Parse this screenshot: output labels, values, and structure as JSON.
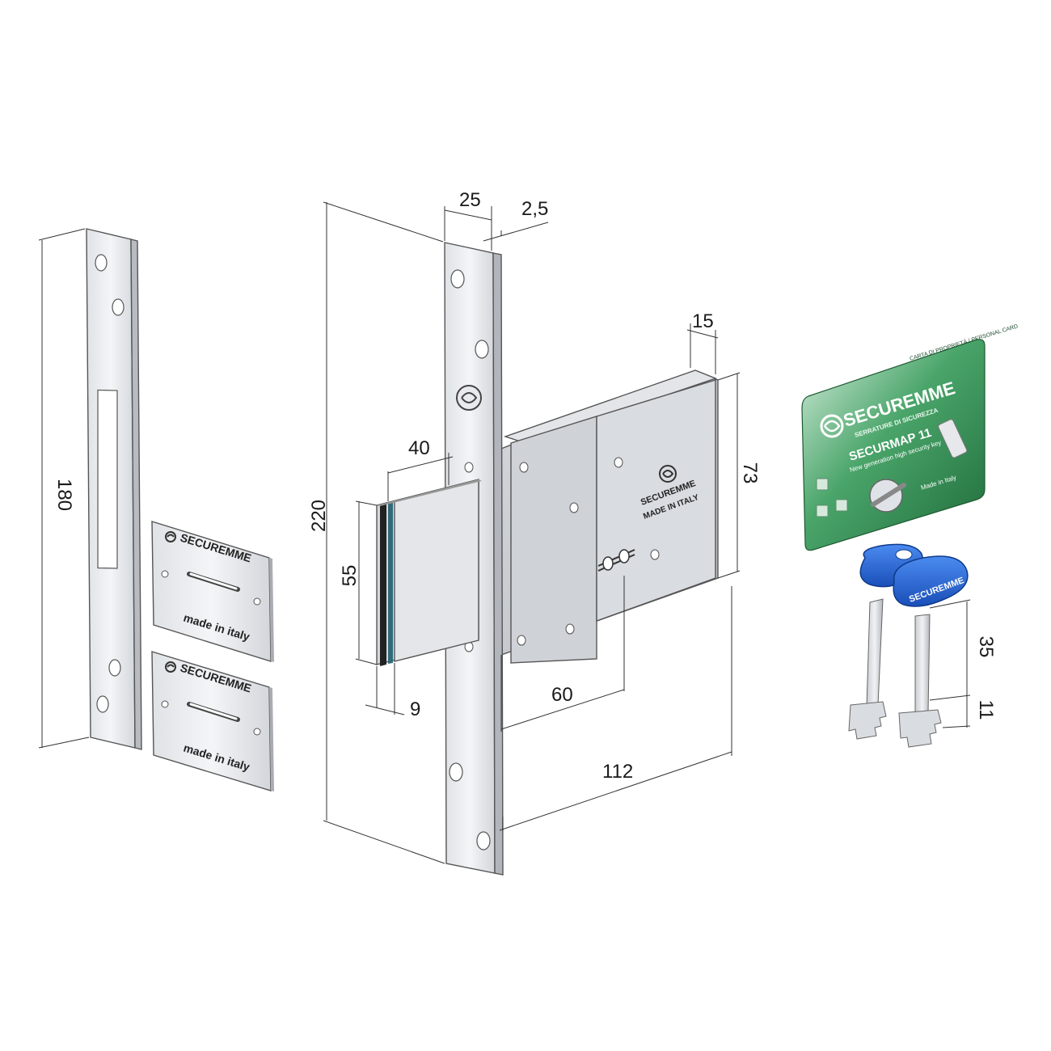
{
  "dimensions": {
    "strike_height": "180",
    "lock_height": "220",
    "faceplate_width": "25",
    "faceplate_thickness": "2,5",
    "case_depth": "15",
    "case_height": "73",
    "bolt_projection": "40",
    "bolt_height": "55",
    "bolt_thickness": "9",
    "backset": "60",
    "case_length": "112",
    "key_bit_length": "35",
    "key_bit_height": "11"
  },
  "brand": {
    "name": "SECUREMME",
    "made_in_italy_caps": "MADE IN ITALY",
    "made_in_italy": "made in italy"
  },
  "card": {
    "header": "CARTA DI PROPRIETÀ / PERSONAL CARD",
    "brand": "SECUREMME",
    "tagline": "SERRATURE DI SICUREZZA",
    "product": "SECURMAP 11",
    "subtitle": "New generation high security key",
    "made_in": "Made in Italy"
  },
  "colors": {
    "steel_light": "#eceef1",
    "steel_mid": "#c9ccd1",
    "card_green": "#2e8a4e",
    "key_blue": "#1f5fd1"
  },
  "icons": [
    "securemme-logo-icon",
    "key-icon"
  ]
}
